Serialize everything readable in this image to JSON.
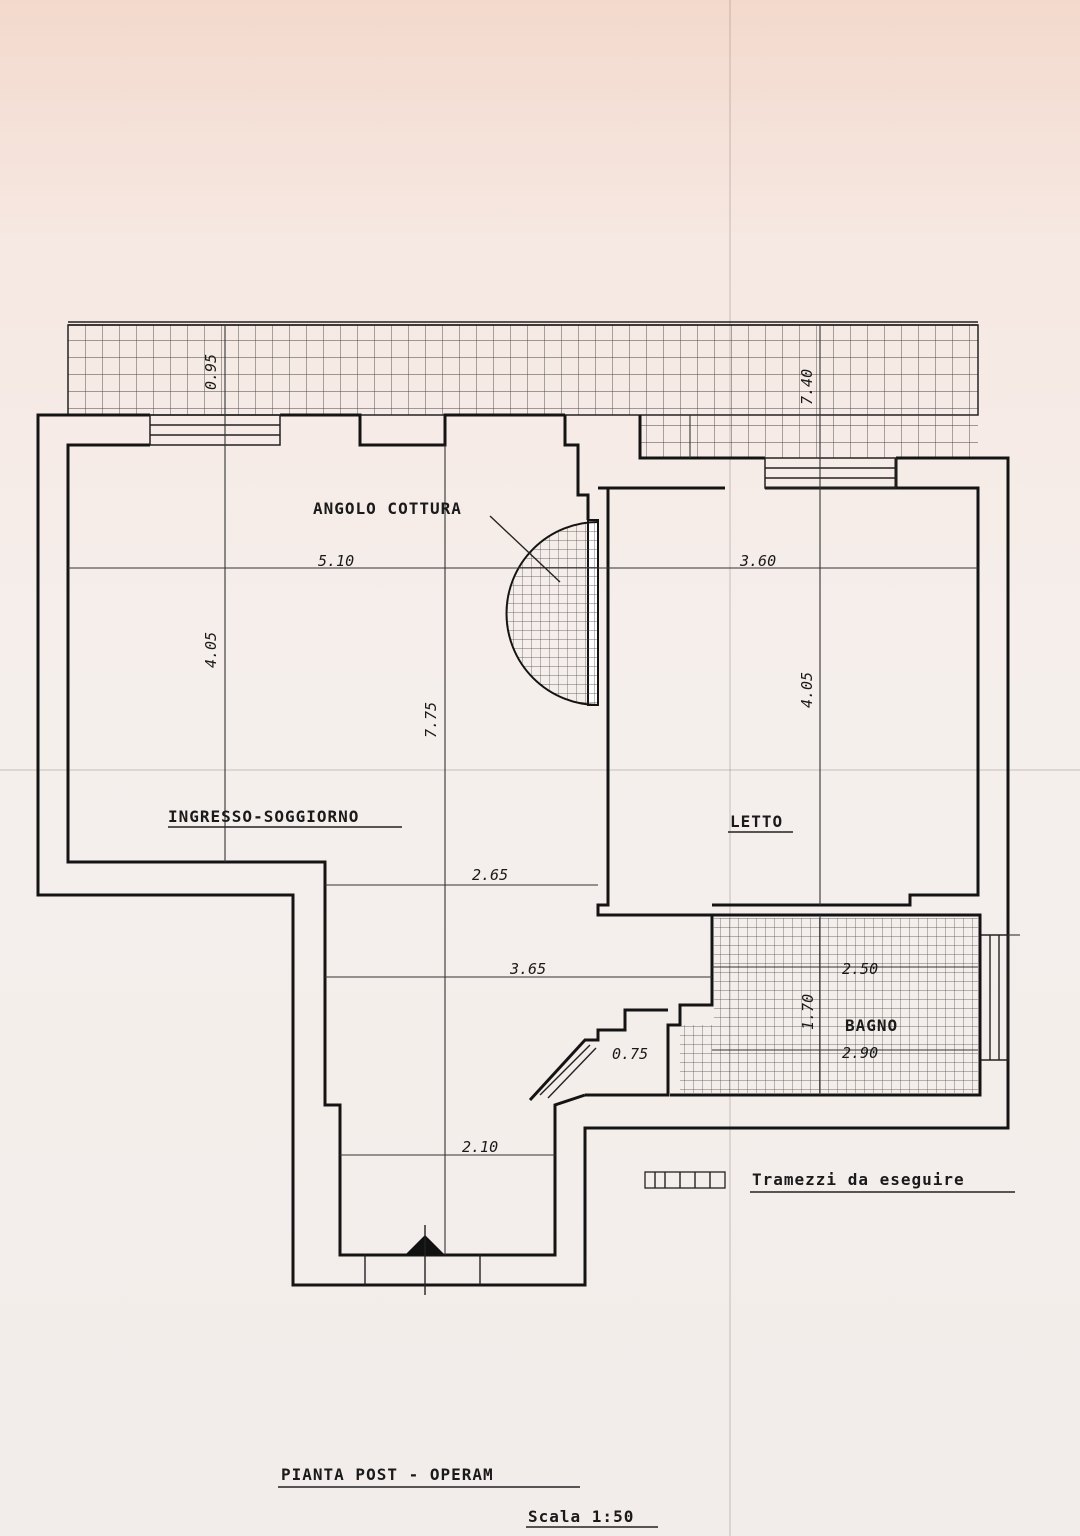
{
  "rooms": {
    "kitchen": "ANGOLO COTTURA",
    "living": "INGRESSO-SOGGIORNO",
    "bedroom": "LETTO",
    "bath": "BAGNO"
  },
  "dimensions": {
    "terrace_depth": "0.95",
    "terrace_width": "7.40",
    "living_width": "5.10",
    "living_depth": "4.05",
    "overall_depth": "7.75",
    "bedroom_width": "3.60",
    "bedroom_depth": "4.05",
    "corridor_width": "2.65",
    "hall_width": "3.65",
    "bath_top": "2.50",
    "bath_depth": "1.70",
    "bath_bottom": "2.90",
    "step": "0.75",
    "entry_width": "2.10"
  },
  "legend": {
    "label": "Tramezzi da eseguire"
  },
  "title": "PIANTA POST - OPERAM",
  "scale": "Scala 1:50"
}
